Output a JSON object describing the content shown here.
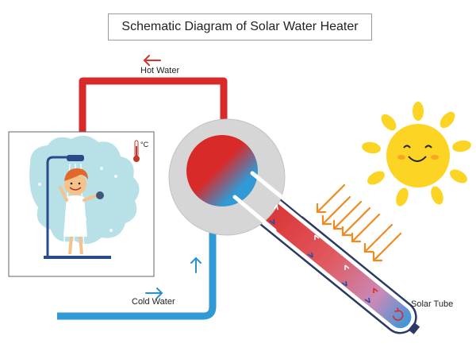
{
  "title": "Schematic Diagram of Solar Water Heater",
  "labels": {
    "hot_water": "Hot Water",
    "cold_water": "Cold Water",
    "solar_tube": "Solar Tube"
  },
  "thermometer_unit": "°C",
  "colors": {
    "hot": "#d92a2a",
    "cold": "#2f9ad6",
    "sun_yellow": "#fbd424",
    "sun_ray": "#f08a1e",
    "arrow_red": "#d93030",
    "arrow_blue": "#2b8fd0",
    "tank_gray": "#d6d6d6",
    "cloud": "#b7e1e6"
  }
}
